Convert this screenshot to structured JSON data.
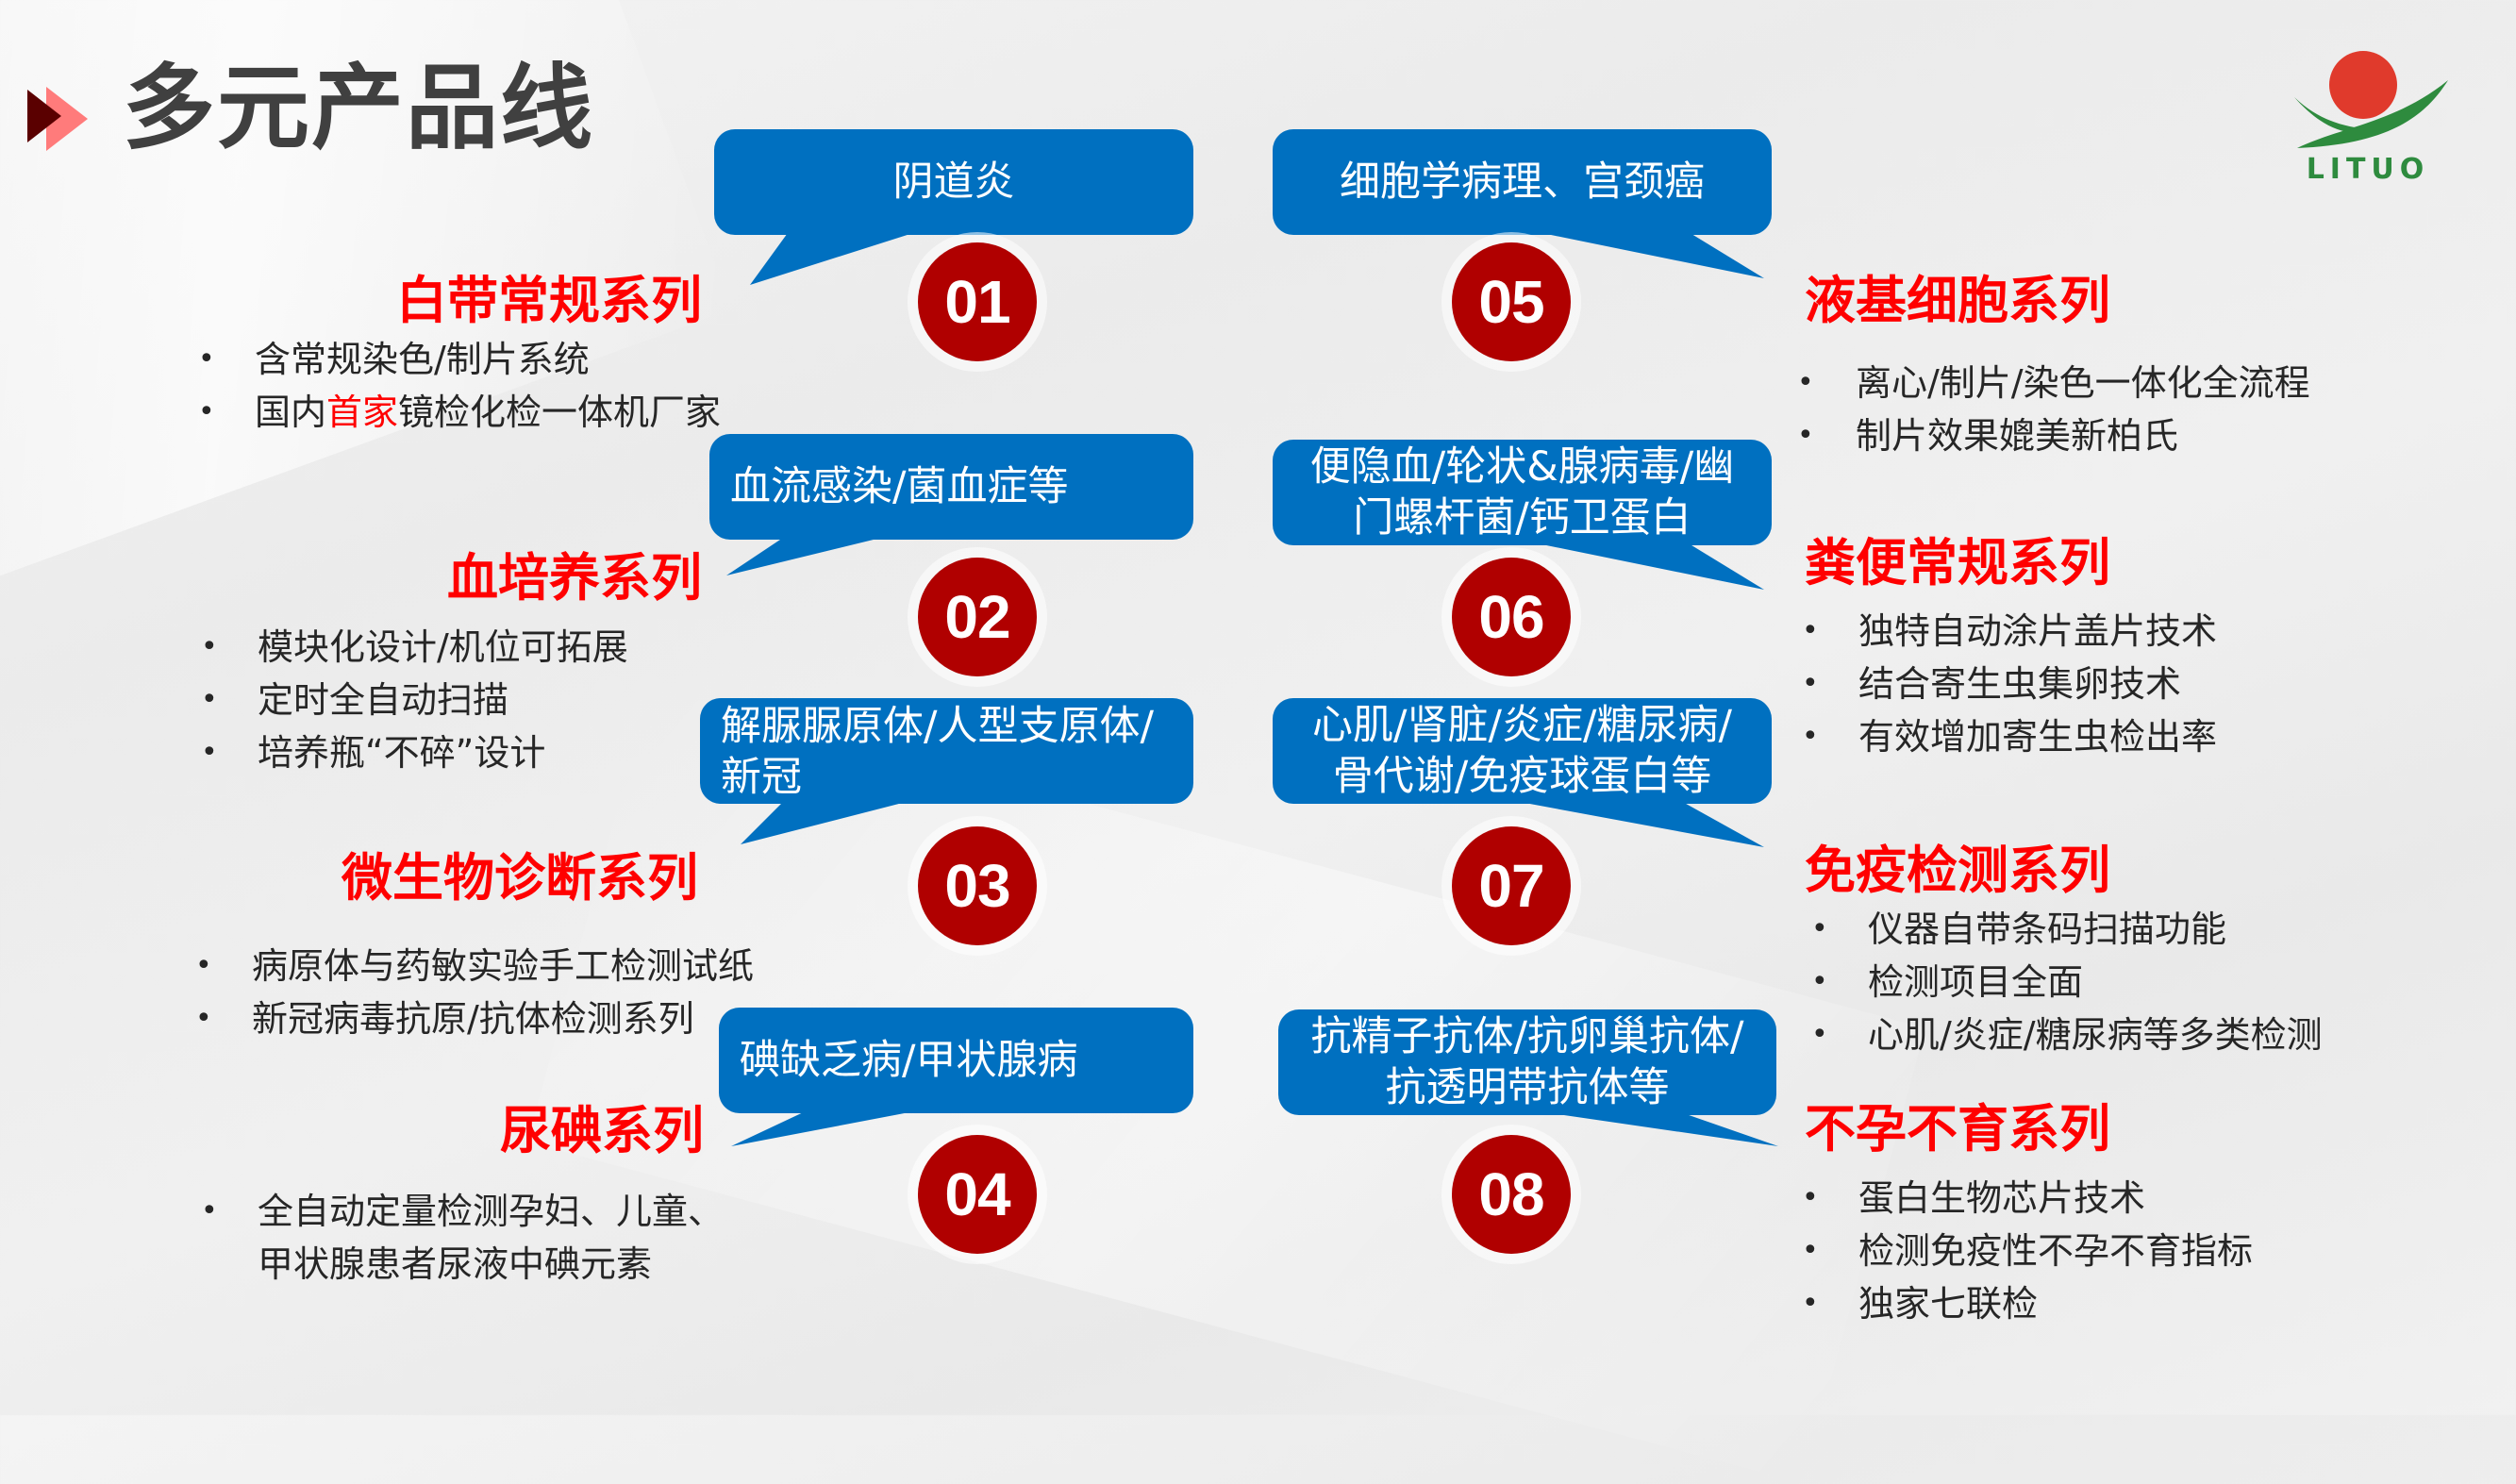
{
  "header": {
    "title": "多元产品线",
    "arrow_colors": [
      "#5a0000",
      "#ff7b7b"
    ]
  },
  "logo": {
    "text": "LITUO",
    "sun_color": "#e03a2c",
    "leaf_color": "#2e8b3e"
  },
  "colors": {
    "bubble": "#0070c0",
    "circle": "#b00000",
    "series_title": "#ff0000",
    "bullet_text": "#262626"
  },
  "left_column": [
    {
      "number": "01",
      "bubble": "阴道炎",
      "series": "白带常规系列",
      "bullets": [
        {
          "pre": "含常规染色/制片系统",
          "hl": "",
          "post": ""
        },
        {
          "pre": "国内",
          "hl": "首家",
          "post": "镜检化检一体机厂家"
        }
      ]
    },
    {
      "number": "02",
      "bubble": "血流感染/菌血症等",
      "series": "血培养系列",
      "bullets": [
        {
          "pre": "模块化设计/机位可拓展",
          "hl": "",
          "post": ""
        },
        {
          "pre": "定时全自动扫描",
          "hl": "",
          "post": ""
        },
        {
          "pre": "培养瓶“不碎”设计",
          "hl": "",
          "post": ""
        }
      ]
    },
    {
      "number": "03",
      "bubble": "解脲脲原体/人型支原体/新冠",
      "series": "微生物诊断系列",
      "bullets": [
        {
          "pre": "病原体与药敏实验手工检测试纸",
          "hl": "",
          "post": ""
        },
        {
          "pre": "新冠病毒抗原/抗体检测系列",
          "hl": "",
          "post": ""
        }
      ]
    },
    {
      "number": "04",
      "bubble": "碘缺乏病/甲状腺病",
      "series": "尿碘系列",
      "bullets": [
        {
          "pre": "全自动定量检测孕妇、儿童、",
          "hl": "",
          "post": ""
        },
        {
          "pre": "甲状腺患者尿液中碘元素",
          "hl": "",
          "post": "",
          "continuation": true
        }
      ]
    }
  ],
  "right_column": [
    {
      "number": "05",
      "bubble": "细胞学病理、宫颈癌",
      "series": "液基细胞系列",
      "bullets": [
        {
          "pre": "离心/制片/染色一体化全流程"
        },
        {
          "pre": "制片效果媲美新柏氏"
        }
      ]
    },
    {
      "number": "06",
      "bubble": "便隐血/轮状&腺病毒/幽门螺杆菌/钙卫蛋白",
      "series": "粪便常规系列",
      "bullets": [
        {
          "pre": "独特自动涂片盖片技术"
        },
        {
          "pre": "结合寄生虫集卵技术"
        },
        {
          "pre": "有效增加寄生虫检出率"
        }
      ]
    },
    {
      "number": "07",
      "bubble": "心肌/肾脏/炎症/糖尿病/骨代谢/免疫球蛋白等",
      "series": "免疫检测系列",
      "bullets": [
        {
          "pre": "仪器自带条码扫描功能"
        },
        {
          "pre": "检测项目全面"
        },
        {
          "pre": "心肌/炎症/糖尿病等多类检测"
        }
      ]
    },
    {
      "number": "08",
      "bubble": "抗精子抗体/抗卵巢抗体/抗透明带抗体等",
      "series": "不孕不育系列",
      "bullets": [
        {
          "pre": "蛋白生物芯片技术"
        },
        {
          "pre": "检测免疫性不孕不育指标"
        },
        {
          "pre": "独家七联检"
        }
      ]
    }
  ]
}
